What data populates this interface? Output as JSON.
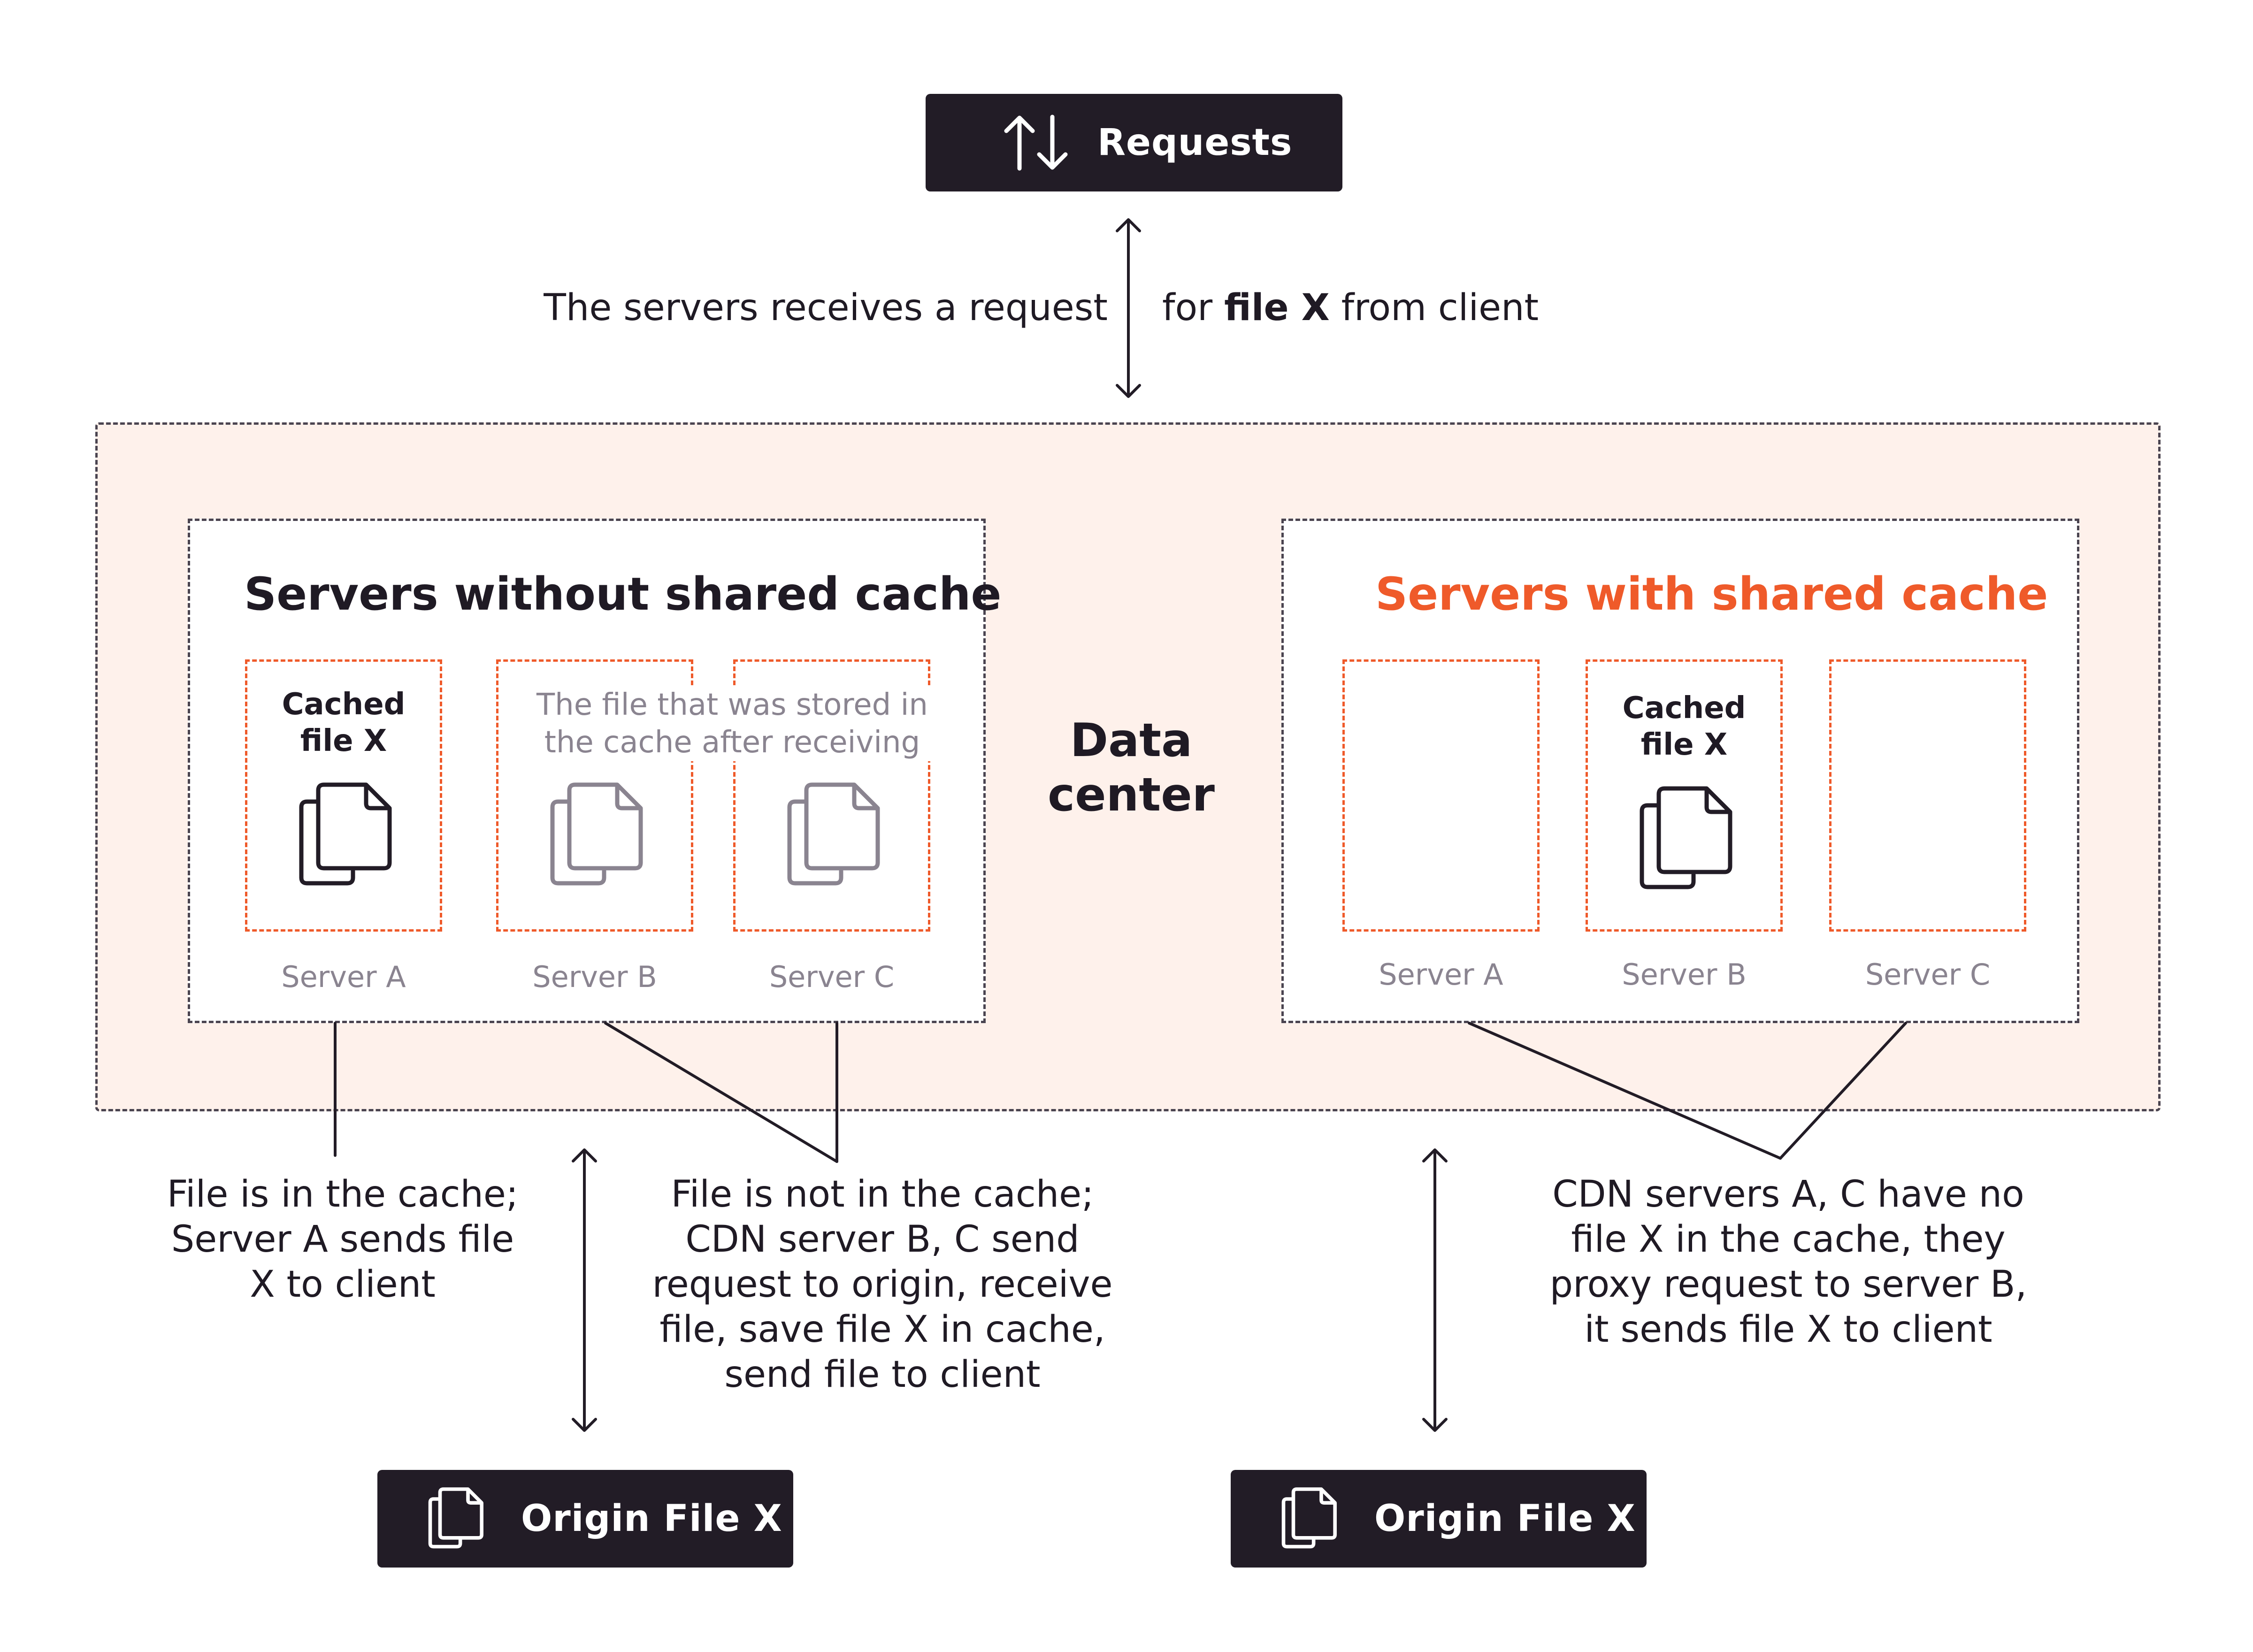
{
  "requests": {
    "label": "Requests",
    "icon": "up-down-arrows-icon"
  },
  "request_caption": {
    "before": "The servers receives a request",
    "middle": "for ",
    "bold": "file X",
    "after": " from client"
  },
  "data_center": {
    "line1": "Data",
    "line2": "center"
  },
  "left_panel": {
    "title": "Servers without shared cache",
    "cached_label": [
      "Cached",
      "file X"
    ],
    "stored_note": [
      "The file that was stored in",
      "the cache after receiving"
    ],
    "servers": [
      "Server A",
      "Server B",
      "Server C"
    ]
  },
  "right_panel": {
    "title": "Servers with shared cache",
    "cached_label": [
      "Cached",
      "file X"
    ],
    "servers": [
      "Server A",
      "Server B",
      "Server C"
    ]
  },
  "captions": {
    "cache_hit": [
      "File is in the cache;",
      "Server A sends file",
      "X to client"
    ],
    "cache_miss": [
      "File is not in the cache;",
      "CDN server B, C send",
      "request to origin, receive",
      "file, save file X in cache,",
      "send file to client"
    ],
    "shared": [
      "CDN servers A, C have no",
      "file X in the cache, they",
      "proxy request to server B,",
      "it sends file X to client"
    ]
  },
  "origins": [
    {
      "label": "Origin File X",
      "icon": "files-icon"
    },
    {
      "label": "Origin File X",
      "icon": "files-icon"
    }
  ],
  "colors": {
    "dark": "#221c26",
    "accent": "#ef5a2a",
    "zone": "#fef1eb",
    "muted": "#8a8490"
  }
}
